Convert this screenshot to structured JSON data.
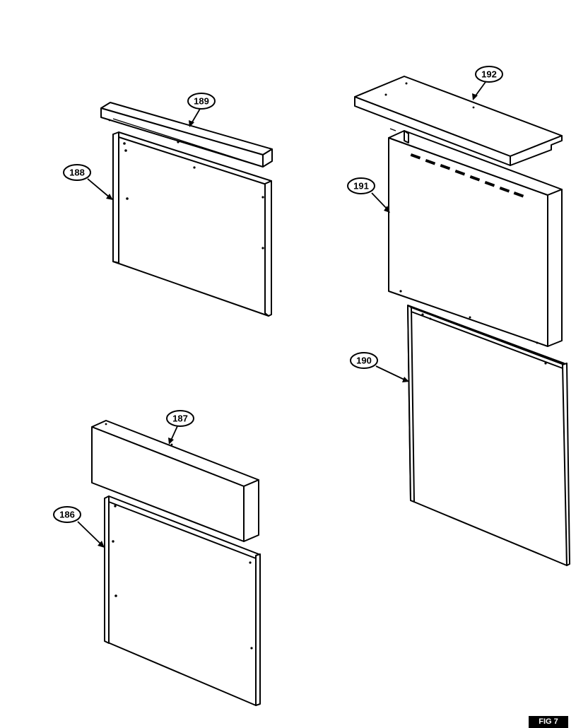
{
  "figure_label": "FIG 7",
  "callouts": {
    "c186": "186",
    "c187": "187",
    "c188": "188",
    "c189": "189",
    "c190": "190",
    "c191": "191",
    "c192": "192"
  },
  "colors": {
    "line": "#000000",
    "background": "#ffffff"
  }
}
